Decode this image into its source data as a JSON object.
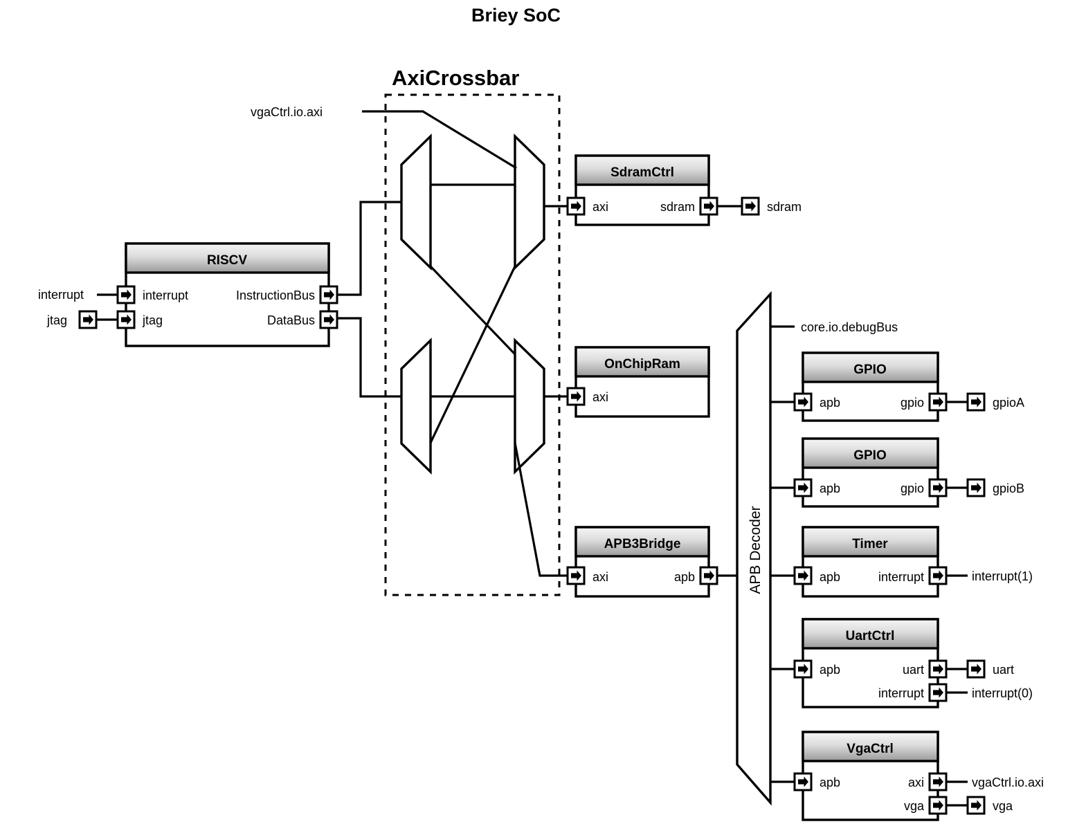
{
  "diagram": {
    "title": "Briey SoC",
    "crossbar_label": "AxiCrossbar",
    "decoder_label": "APB Decoder",
    "floating_labels": {
      "vga_axi_in": "vgaCtrl.io.axi",
      "debug_bus": "core.io.debugBus"
    },
    "colors": {
      "header_top": "#f2f2f2",
      "header_bottom": "#9d9d9d",
      "body": "#ffffff",
      "stroke": "#000000"
    }
  },
  "blocks": {
    "riscv": {
      "title": "RISCV",
      "ports_left": [
        "interrupt",
        "jtag"
      ],
      "ports_right": [
        "InstructionBus",
        "DataBus"
      ]
    },
    "sdramctrl": {
      "title": "SdramCtrl",
      "ports_left": [
        "axi"
      ],
      "ports_right": [
        "sdram"
      ]
    },
    "onchipram": {
      "title": "OnChipRam",
      "ports_left": [
        "axi"
      ],
      "ports_right": []
    },
    "apb3bridge": {
      "title": "APB3Bridge",
      "ports_left": [
        "axi"
      ],
      "ports_right": [
        "apb"
      ]
    },
    "gpio_a": {
      "title": "GPIO",
      "ports_left": [
        "apb"
      ],
      "ports_right": [
        "gpio"
      ]
    },
    "gpio_b": {
      "title": "GPIO",
      "ports_left": [
        "apb"
      ],
      "ports_right": [
        "gpio"
      ]
    },
    "timer": {
      "title": "Timer",
      "ports_left": [
        "apb"
      ],
      "ports_right": [
        "interrupt"
      ]
    },
    "uartctrl": {
      "title": "UartCtrl",
      "ports_left": [
        "apb"
      ],
      "ports_right": [
        "uart",
        "interrupt"
      ]
    },
    "vgactrl": {
      "title": "VgaCtrl",
      "ports_left": [
        "apb"
      ],
      "ports_right": [
        "axi",
        "vga"
      ]
    }
  },
  "external_pins": {
    "interrupt_in": "interrupt",
    "jtag_in": "jtag",
    "sdram_out": "sdram",
    "gpioA_out": "gpioA",
    "gpioB_out": "gpioB",
    "timer_interrupt_out": "interrupt(1)",
    "uart_out": "uart",
    "uart_interrupt_out": "interrupt(0)",
    "vga_axi_out": "vgaCtrl.io.axi",
    "vga_out": "vga"
  },
  "icons": {
    "port": "port-arrow-icon"
  }
}
